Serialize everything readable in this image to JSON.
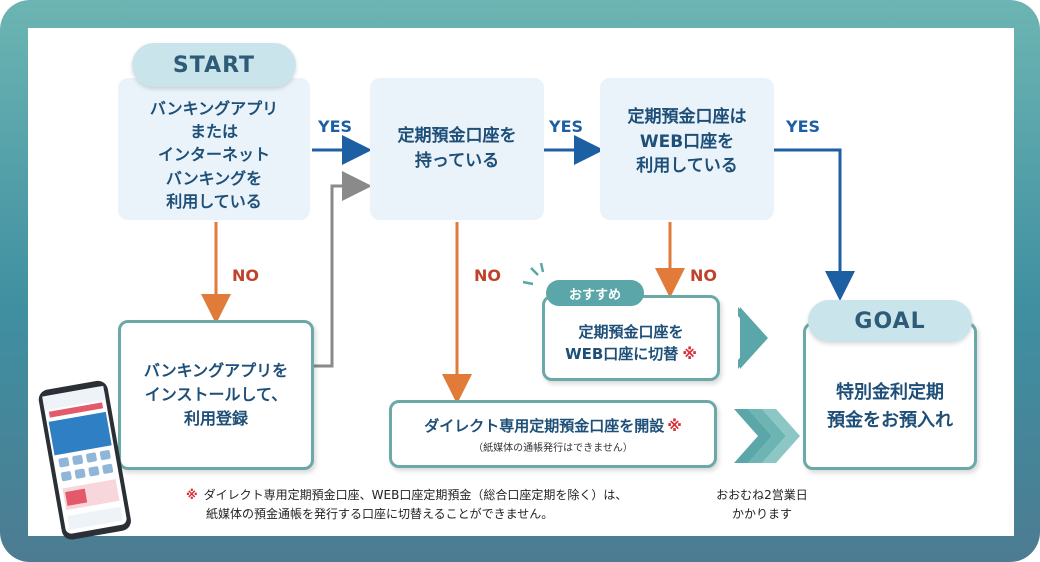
{
  "start_label": "START",
  "goal_label": "GOAL",
  "box_app": [
    "バンキングアプリ",
    "または",
    "インターネット",
    "バンキングを",
    "利用している"
  ],
  "box_teiki": [
    "定期預金口座を",
    "持っている"
  ],
  "box_web": [
    "定期預金口座は",
    "WEB口座を",
    "利用している"
  ],
  "box_install": [
    "バンキングアプリを",
    "インストールして、",
    "利用登録"
  ],
  "box_switch": {
    "line1": "定期預金口座を",
    "line2": "WEB口座に切替",
    "mark": "※"
  },
  "box_direct": {
    "main": "ダイレクト専用定期預金口座を開設",
    "mark": "※",
    "sub": "（紙媒体の通帳発行はできません）"
  },
  "box_goal": [
    "特別金利定期",
    "預金をお預入れ"
  ],
  "recommend_badge": "おすすめ",
  "yes_label": "YES",
  "no_label": "NO",
  "footnote": {
    "mark": "※",
    "line1": "ダイレクト専用定期預金口座、WEB口座定期預金（総合口座定期を除く）は、",
    "line2": "紙媒体の預金通帳を発行する口座に切替えることができません。"
  },
  "duration_note": [
    "おおむね2営業日",
    "かかります"
  ],
  "colors": {
    "frame": "#4f98a6",
    "box_fill": "#eaf3fa",
    "outline": "#6ba9a8",
    "yes_arrow": "#1d5fa3",
    "no_arrow": "#e07b39",
    "gray_arrow": "#8a8a8a",
    "chevron": "#5aa6a8",
    "mark_red": "#d9303b"
  },
  "phone_icon": "smartphone-app-icon"
}
